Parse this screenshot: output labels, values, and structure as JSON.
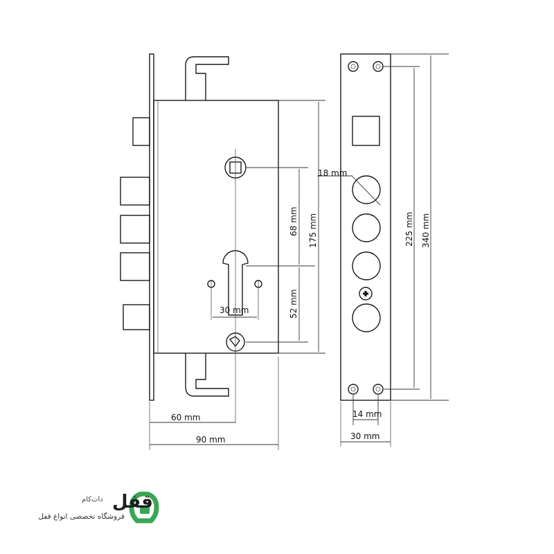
{
  "dimensions": {
    "width_60": "60 mm",
    "width_90": "90 mm",
    "spacing_30": "30 mm",
    "height_68": "68 mm",
    "height_52": "52 mm",
    "height_175": "175 mm",
    "plate_225": "225 mm",
    "plate_340": "340 mm",
    "hole_18": "18 mm",
    "screw_14": "14 mm",
    "plate_width_30": "30 mm"
  },
  "brand": {
    "name": "قفل",
    "suffix": "دات‌کام",
    "tagline": "فروشگاه تخصصی انواع قفل",
    "color": "#3aa655"
  }
}
